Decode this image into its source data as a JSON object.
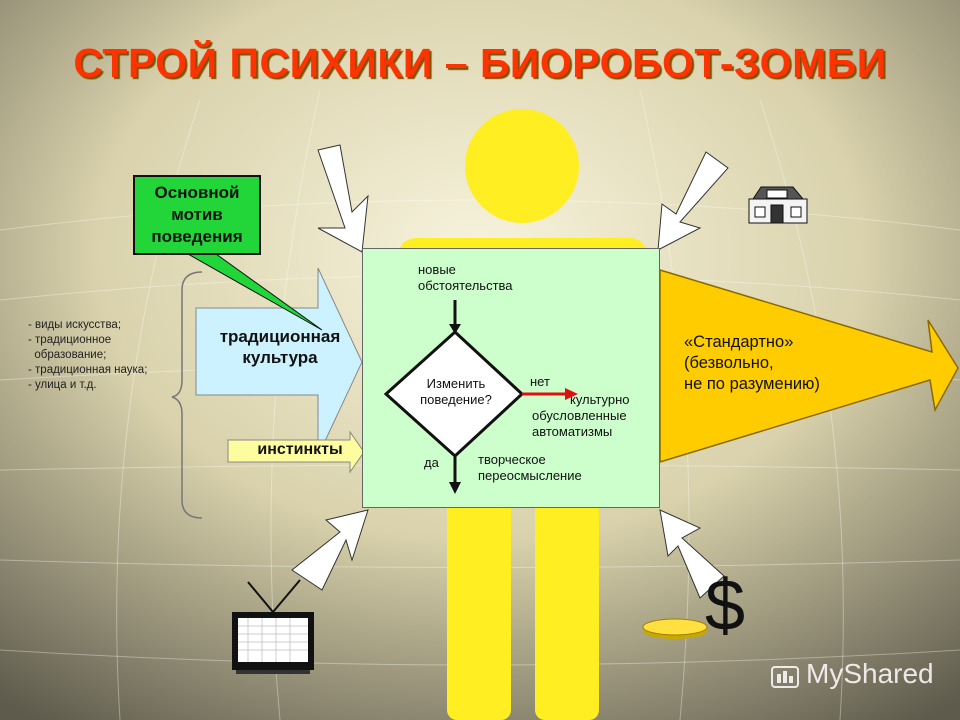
{
  "title": "СТРОЙ ПСИХИКИ – БИОРОБОТ-ЗОМБИ",
  "motive": {
    "line1": "Основной",
    "line2": "мотив",
    "line3": "поведения"
  },
  "culture_list": [
    "- виды искусства;",
    "- традиционное",
    "  образование;",
    "- традиционная наука;",
    "- улица и т.д."
  ],
  "culture_arrow": {
    "line1": "традиционная",
    "line2": "культура"
  },
  "instincts": "инстинкты",
  "flow": {
    "input_line1": "новые",
    "input_line2": "обстоятельства",
    "decision_line1": "Изменить",
    "decision_line2": "поведение?",
    "no": "нет",
    "yes": "да",
    "no_result_line1": "культурно",
    "no_result_line2": "обусловленные",
    "no_result_line3": "автоматизмы",
    "yes_result_line1": "творческое",
    "yes_result_line2": "переосмысление"
  },
  "output": {
    "line1": "«Стандартно»",
    "line2": "(безвольно,",
    "line3": "не по разумению)"
  },
  "dollar": "$",
  "watermark": "MyShared",
  "colors": {
    "title": "#ff3300",
    "figure": "#ffee22",
    "flow_box": "#ccffcc",
    "motive_box": "#22d63a",
    "output_arrow": "#ffcc00",
    "culture_arrow": "#ccf2ff",
    "instinct_arrow": "#fdfd9f",
    "red_arrow": "#e01010"
  },
  "icons": [
    "house-icon",
    "tv-icon",
    "coin-icon",
    "dollar-icon"
  ]
}
